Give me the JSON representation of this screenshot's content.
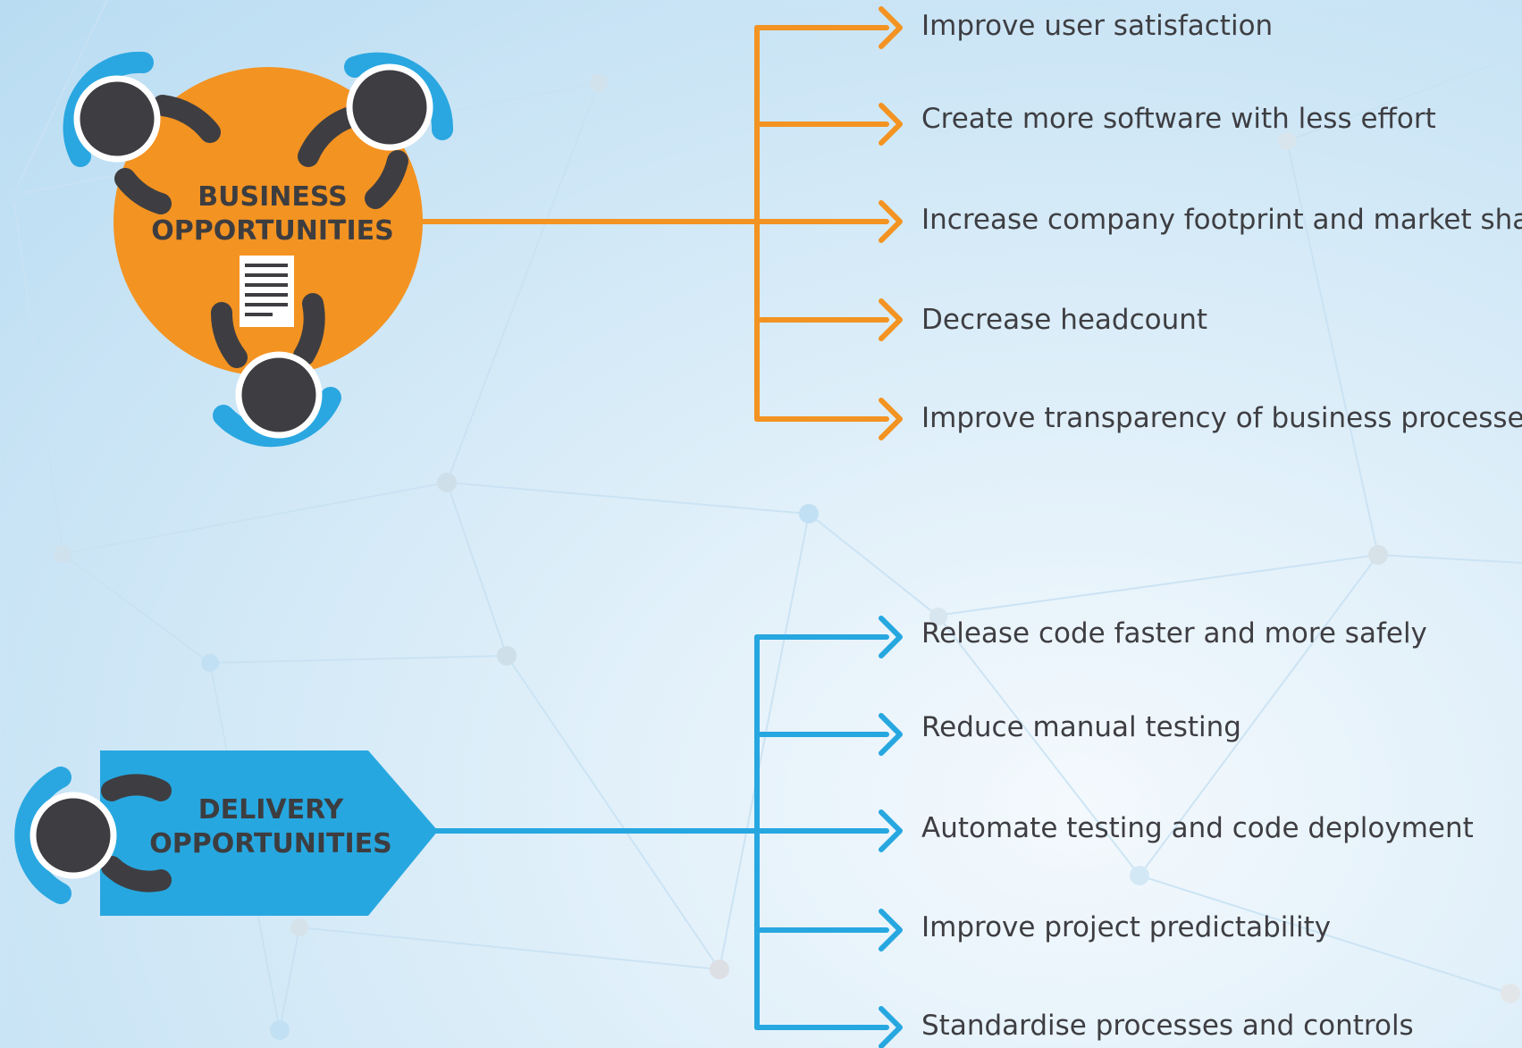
{
  "business": {
    "title_line1": "BUSINESS",
    "title_line2": "OPPORTUNITIES",
    "icon": "meeting-table-icon",
    "color": "#f39322",
    "outcomes": [
      "Improve user satisfaction",
      "Create more software with less effort",
      "Increase company footprint and market share",
      "Decrease headcount",
      "Improve transparency of business processes"
    ]
  },
  "delivery": {
    "title_line1": "DELIVERY",
    "title_line2": "OPPORTUNITIES",
    "icon": "person-icon",
    "color": "#27a7e0",
    "outcomes": [
      "Release code faster and more safely",
      "Reduce manual testing",
      "Automate testing and code deployment",
      "Improve project predictability",
      "Standardise processes and controls"
    ]
  },
  "colors": {
    "person_head": "#3e3e42",
    "person_ring": "#2aa7e1",
    "background_light": "#f4f9fd",
    "background_dark": "#b9dcf2"
  }
}
